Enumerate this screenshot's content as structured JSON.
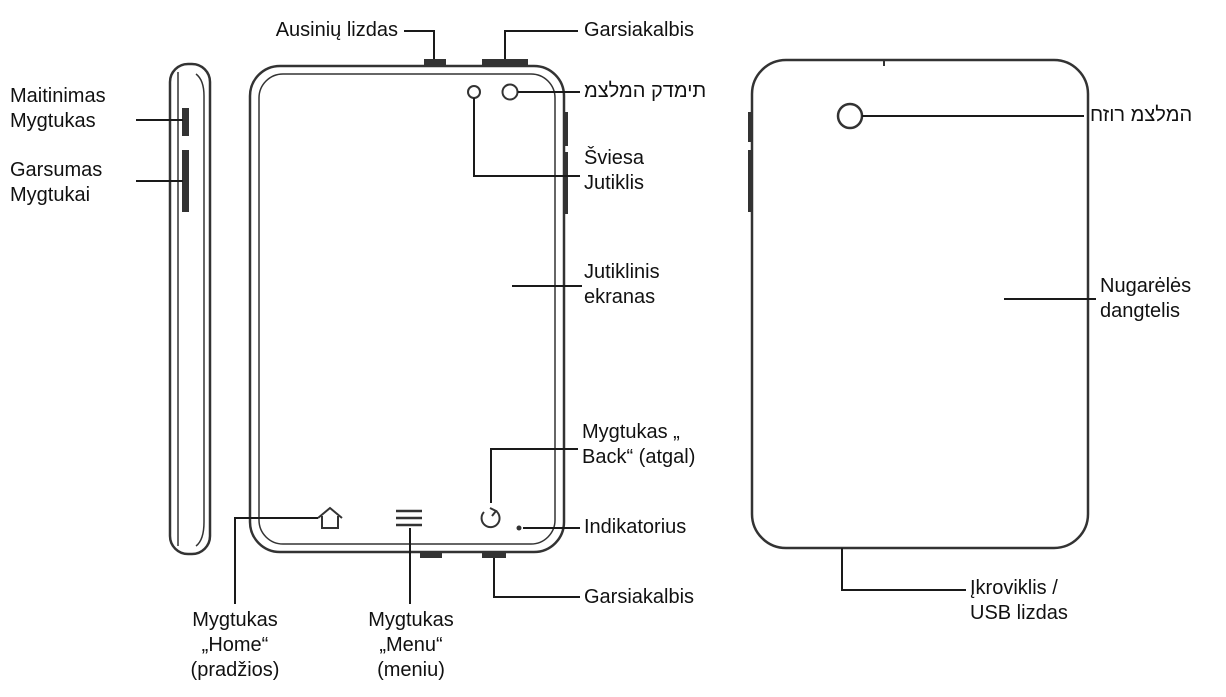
{
  "labels": {
    "headphone_jack": "Ausinių lizdas",
    "speaker_top": "Garsiakalbis",
    "power_button": "Maitinimas\nMygtukas",
    "volume_buttons": "Garsumas\nMygtukai",
    "front_camera": "תימדק המלצמ",
    "light_sensor": "Šviesa\nJutiklis",
    "touch_screen": "Jutiklinis\nekranas",
    "back_button": "Mygtukas „\nBack“ (atgal)",
    "indicator": "Indikatorius",
    "speaker_bottom": "Garsiakalbis",
    "home_button": "Mygtukas\n„Home“\n(pradžios)",
    "menu_button": "Mygtukas\n„Menu“\n(meniu)",
    "rear_camera": "המלצמ רוזח",
    "back_cover": "Nugarėlės\ndangtelis",
    "charger_port": "Įkroviklis /\nUSB lizdas"
  },
  "icons": {
    "home": "home-icon",
    "menu": "menu-icon",
    "back": "back-icon"
  }
}
